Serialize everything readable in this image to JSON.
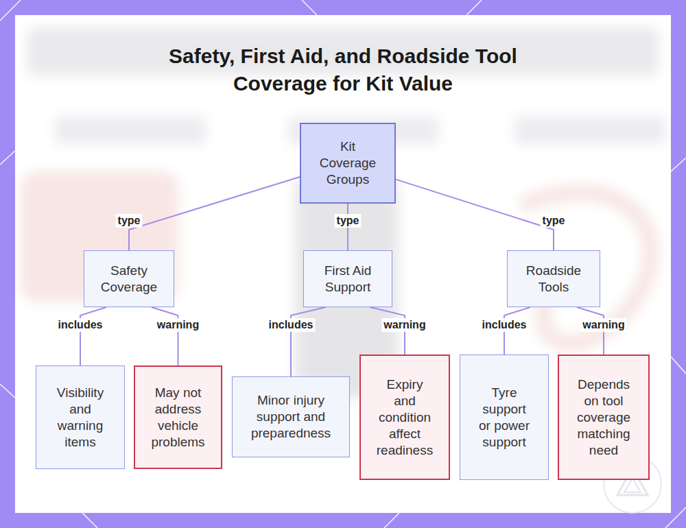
{
  "diagram": {
    "title": "Safety, First Aid, and Roadside Tool Coverage for Kit Value",
    "nodes": [
      {
        "text": [
          "Kit Coverage Groups"
        ]
      },
      {
        "text": [
          "Safety Coverage"
        ]
      },
      {
        "text": [
          "First Aid Support"
        ]
      },
      {
        "text": [
          "Roadside Tools"
        ]
      },
      {
        "text": [
          "Visibility and warning items"
        ]
      },
      {
        "text": [
          "May not address vehicle problems"
        ]
      },
      {
        "text": [
          "Minor injury support and preparedness"
        ]
      },
      {
        "text": [
          "Expiry and condition affect readiness"
        ]
      },
      {
        "text": [
          "Tyre support or power support"
        ]
      },
      {
        "text": [
          "Depends on tool coverage matching need"
        ]
      }
    ],
    "edges": [
      {
        "from": 0,
        "to": 1,
        "label": "type",
        "arrow": "none"
      },
      {
        "from": 0,
        "to": 2,
        "label": "type",
        "arrow": "none"
      },
      {
        "from": 0,
        "to": 3,
        "label": "type",
        "arrow": "none"
      },
      {
        "from": 1,
        "to": 4,
        "label": "includes",
        "arrow": "none"
      },
      {
        "from": 1,
        "to": 5,
        "label": "warning",
        "arrow": "none"
      },
      {
        "from": 2,
        "to": 6,
        "label": "includes",
        "arrow": "none"
      },
      {
        "from": 2,
        "to": 7,
        "label": "warning",
        "arrow": "none"
      },
      {
        "from": 3,
        "to": 8,
        "label": "includes",
        "arrow": "none"
      },
      {
        "from": 3,
        "to": 9,
        "label": "warning",
        "arrow": "none"
      }
    ]
  }
}
